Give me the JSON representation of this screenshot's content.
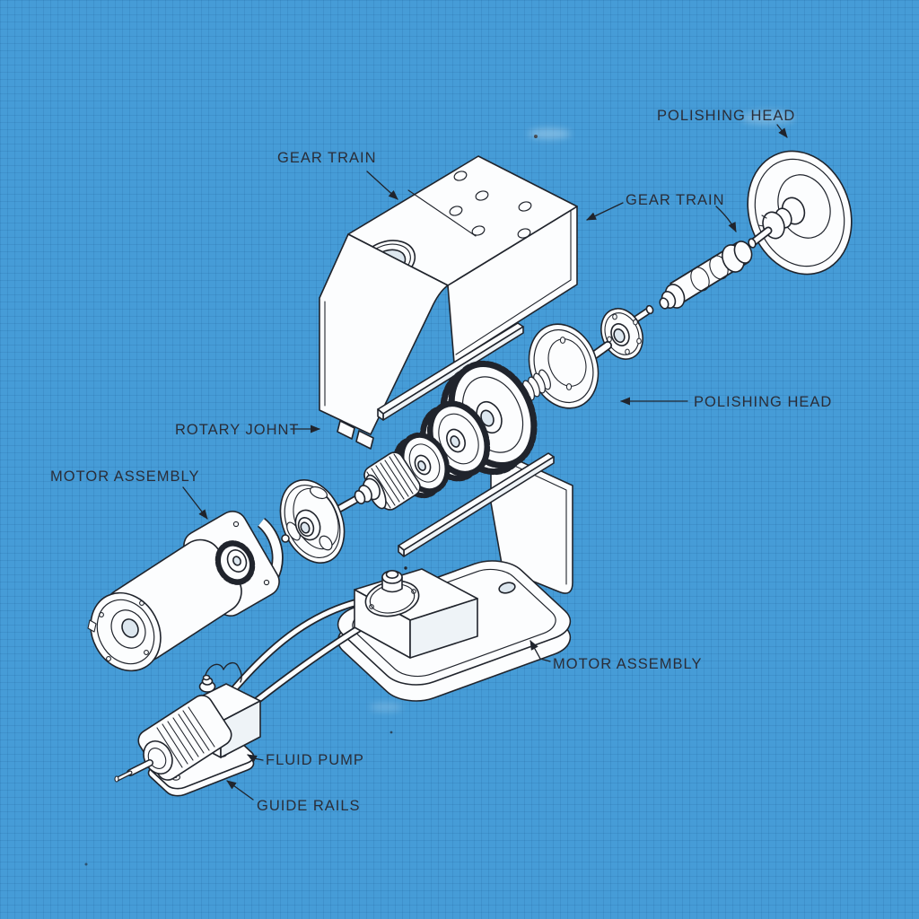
{
  "diagram": {
    "style": "blueprint exploded view",
    "background_color": "#469cd7",
    "grid_color": "#3f91c9",
    "line_color": "#20242c",
    "part_fill_color": "#fcfdfe",
    "label_text_color": "#2a2d38"
  },
  "labels": [
    {
      "id": "gear-train-1",
      "text": "GEAR TRAIN"
    },
    {
      "id": "polishing-head-1",
      "text": "POLISHING HEAD"
    },
    {
      "id": "gear-train-2",
      "text": "GEAR TRAIN"
    },
    {
      "id": "polishing-head-2",
      "text": "POLISHING HEAD"
    },
    {
      "id": "rotary-joint",
      "text": "ROTARY JOHNT"
    },
    {
      "id": "motor-assembly-1",
      "text": "MOTOR ASSEMBLY"
    },
    {
      "id": "motor-assembly-2",
      "text": "MOTOR ASSEMBLY"
    },
    {
      "id": "fluid-pump",
      "text": "FLUID PUMP"
    },
    {
      "id": "guide-rails",
      "text": "GUIDE RAILS"
    }
  ]
}
